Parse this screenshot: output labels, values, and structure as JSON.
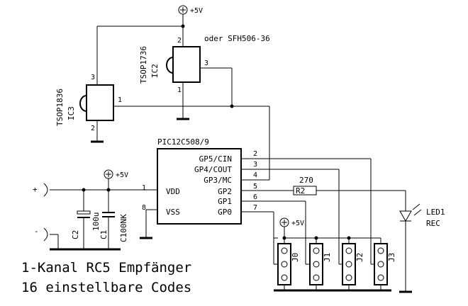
{
  "supply": {
    "top": "+5V",
    "left": "+5V",
    "jumpers": "+5V"
  },
  "ic3": {
    "part": "TSOP1836",
    "ref": "IC3",
    "pin_out": "1",
    "pin_gnd": "2",
    "pin_vcc": "3"
  },
  "ic2": {
    "part": "TSOP1736",
    "ref": "IC2",
    "alt": "oder SFH506-36",
    "pin_gnd": "1",
    "pin_vcc": "2",
    "pin_out": "3"
  },
  "mcu": {
    "part": "PIC12C508/9",
    "left_pins": [
      {
        "num": "1",
        "name": "VDD"
      },
      {
        "num": "8",
        "name": "VSS"
      }
    ],
    "right_pins": [
      {
        "num": "2",
        "name": "GP5/CIN"
      },
      {
        "num": "3",
        "name": "GP4/COUT"
      },
      {
        "num": "4",
        "name": "GP3/MC"
      },
      {
        "num": "5",
        "name": "GP2"
      },
      {
        "num": "6",
        "name": "GP1"
      },
      {
        "num": "7",
        "name": "GP0"
      }
    ]
  },
  "terminals": {
    "plus": "+",
    "minus": "-"
  },
  "c2": {
    "ref": "C2",
    "value": "100u"
  },
  "c1": {
    "ref": "C1",
    "value": "C100NK"
  },
  "r2": {
    "ref": "R2",
    "value": "270"
  },
  "led": {
    "ref": "LED1",
    "color": "REC"
  },
  "jumpers": [
    "J0",
    "J1",
    "J2",
    "J3"
  ],
  "title": {
    "line1": "1-Kanal RC5 Empfänger",
    "line2": "16 einstellbare Codes"
  }
}
